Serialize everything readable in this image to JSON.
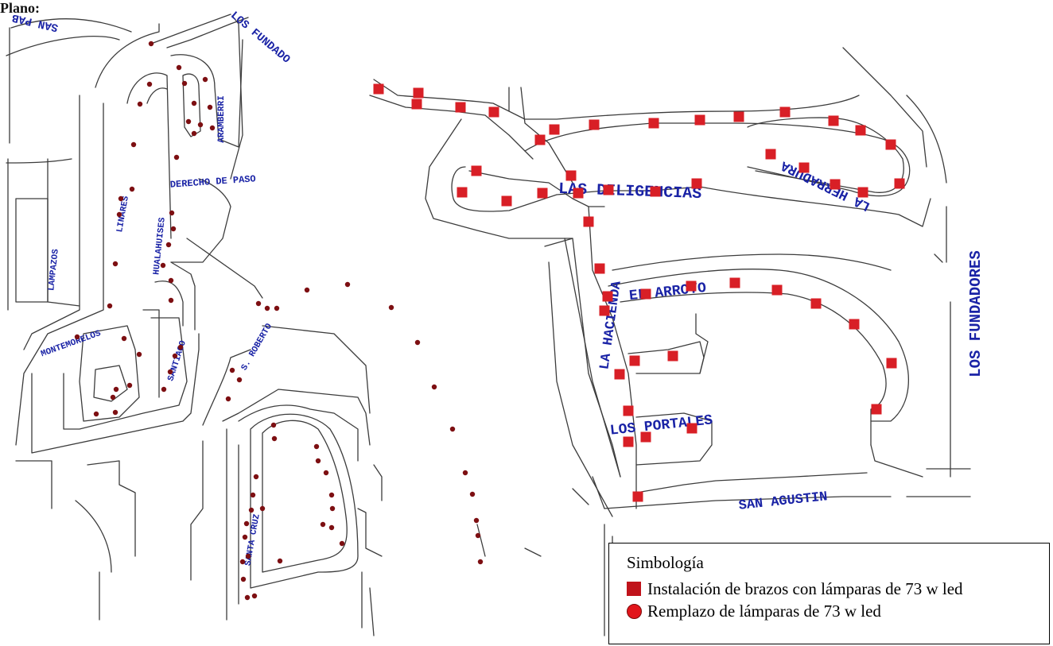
{
  "header": {
    "title": "Plano:"
  },
  "streets": [
    {
      "id": "san-pablo",
      "text": "SAN PAB"
    },
    {
      "id": "los-fundadores-top",
      "text": "LOS FUNDADO"
    },
    {
      "id": "aramberri",
      "text": "ARAMBERRI"
    },
    {
      "id": "derecho-de-paso",
      "text": "DERECHO DE PASO"
    },
    {
      "id": "linares",
      "text": "LINARES"
    },
    {
      "id": "hualahuises",
      "text": "HUALAHUISES"
    },
    {
      "id": "lampazos",
      "text": "LAMPAZOS"
    },
    {
      "id": "montemorelos",
      "text": "MONTEMORELOS"
    },
    {
      "id": "santiago",
      "text": "SANTIAGO"
    },
    {
      "id": "s-roberto",
      "text": "S. ROBERTO"
    },
    {
      "id": "santa-cruz",
      "text": "SANTA CRUZ"
    },
    {
      "id": "las-diligencias",
      "text": "LAS DILIGENCIAS"
    },
    {
      "id": "la-herradura",
      "text": "LA HERRADURA"
    },
    {
      "id": "el-arroyo",
      "text": "EL ARROYO"
    },
    {
      "id": "la-hacienda",
      "text": "LA HACIENDA"
    },
    {
      "id": "los-portales",
      "text": "LOS PORTALES"
    },
    {
      "id": "san-agustin",
      "text": "SAN AGUSTIN"
    },
    {
      "id": "los-fundadores-right",
      "text": "LOS FUNDADORES"
    }
  ],
  "legend": {
    "title": "Simbología",
    "items": [
      {
        "symbol": "square",
        "label": "Instalación de brazos con lámparas de 73 w led",
        "color": "#c0131b"
      },
      {
        "symbol": "circle",
        "label": "Remplazo de lámparas de 73 w led",
        "color": "#8b1010"
      }
    ]
  },
  "colors": {
    "street_label": "#1a23a6",
    "road_line": "#3c3c3c",
    "install_marker": "#d81f26",
    "replace_marker": "#7d0f12"
  },
  "marker_counts": {
    "installation_squares": 47,
    "replacement_dots": 76
  }
}
